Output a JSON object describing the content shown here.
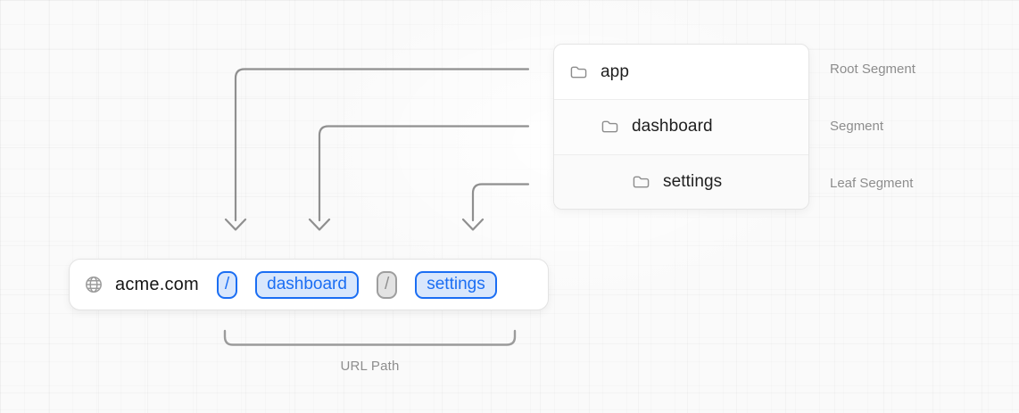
{
  "colors": {
    "accent": "#1b6ef3",
    "accent_bg": "#d9e7fc",
    "muted_chip_bg": "#e3e3e3",
    "muted_chip_border": "#9e9e9e",
    "muted_chip_text": "#8f8f8f",
    "connector": "#8f8f8f",
    "bracket": "#9b9b9b",
    "annotation_text": "#8d8d8d",
    "tree_text": "#1f1f1f",
    "panel_border": "#e5e5e5"
  },
  "file_tree": {
    "rows": [
      {
        "label": "app",
        "icon": "folder-icon"
      },
      {
        "label": "dashboard",
        "icon": "folder-icon"
      },
      {
        "label": "settings",
        "icon": "folder-icon"
      }
    ]
  },
  "annotations": {
    "root": "Root Segment",
    "middle": "Segment",
    "leaf": "Leaf Segment"
  },
  "url_bar": {
    "domain": "acme.com",
    "segments": [
      {
        "text": "/",
        "variant": "highlight"
      },
      {
        "text": "dashboard",
        "variant": "highlight"
      },
      {
        "text": "/",
        "variant": "muted"
      },
      {
        "text": "settings",
        "variant": "highlight"
      }
    ]
  },
  "bracket": {
    "label": "URL Path"
  }
}
